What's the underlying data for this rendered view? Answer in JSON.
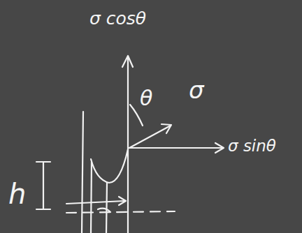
{
  "diagram": {
    "labels": [
      "σ cosθ",
      "θ",
      "σ",
      "σ sinθ",
      "h"
    ]
  }
}
